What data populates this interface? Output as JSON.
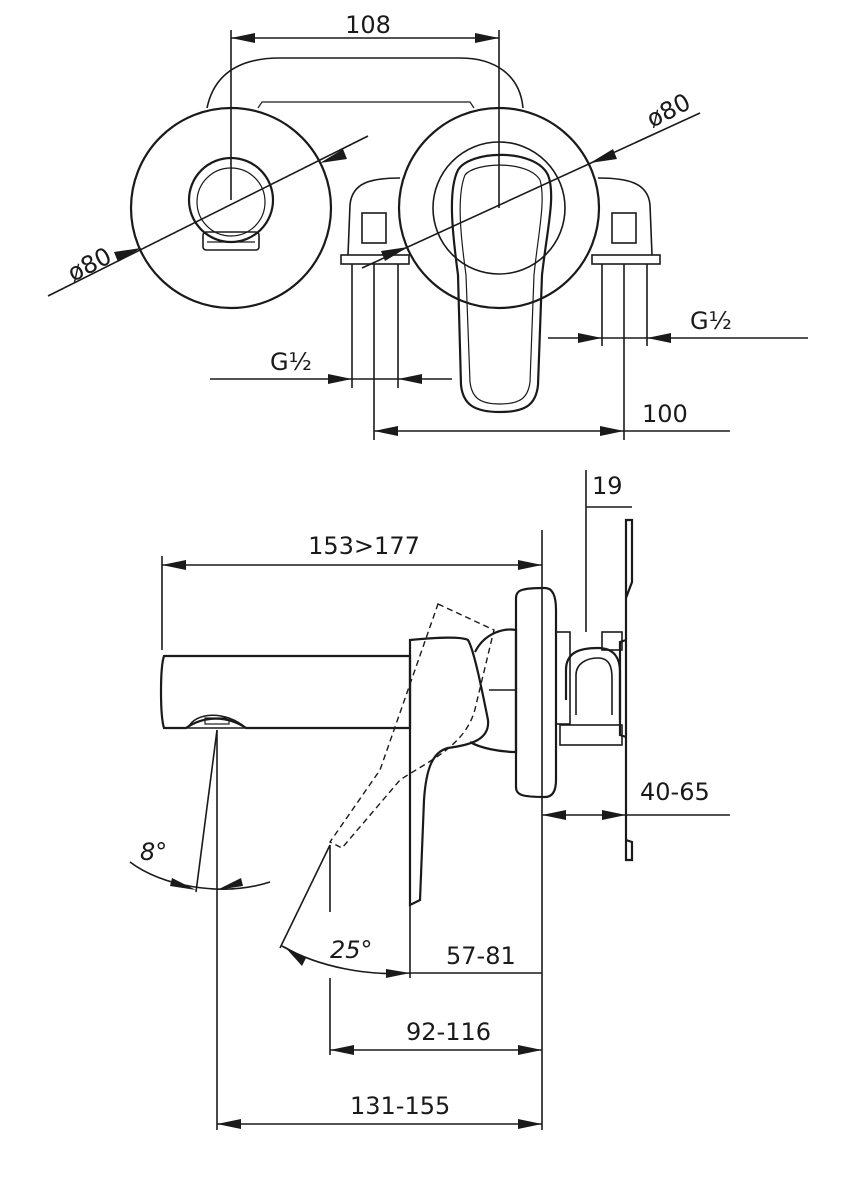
{
  "top_view": {
    "dim_width": "108",
    "dim_left_dia": "ø80",
    "dim_right_dia": "ø80",
    "dim_left_thread": "G½",
    "dim_right_thread": "G½",
    "dim_offset": "100"
  },
  "side_view": {
    "dim_top_plate": "19",
    "dim_spout_length": "153>177",
    "dim_wall_depth": "40-65",
    "dim_tilt_angle": "8°",
    "dim_lever_angle": "25°",
    "dim_lever_reach": "57-81",
    "dim_lever_open": "92-116",
    "dim_spout_outlet": "131-155"
  }
}
